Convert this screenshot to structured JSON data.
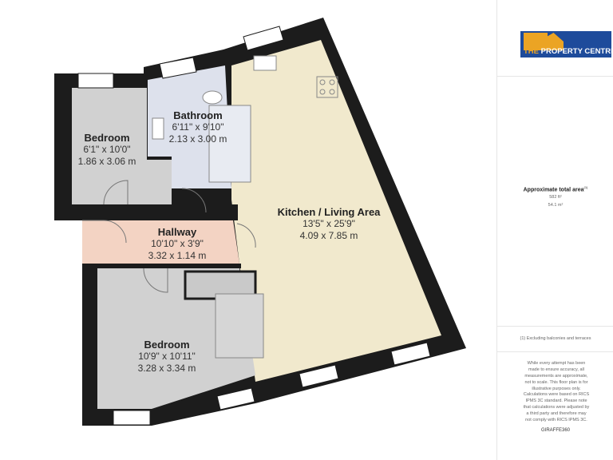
{
  "rooms": [
    {
      "name": "Bedroom",
      "imperial": "6'1\" x 10'0\"",
      "metric": "1.86 x 3.06 m"
    },
    {
      "name": "Bathroom",
      "imperial": "6'11\" x 9'10\"",
      "metric": "2.13 x 3.00 m"
    },
    {
      "name": "Hallway",
      "imperial": "10'10\" x 3'9\"",
      "metric": "3.32 x 1.14 m"
    },
    {
      "name": "Kitchen / Living Area",
      "imperial": "13'5\" x 25'9\"",
      "metric": "4.09 x 7.85 m"
    },
    {
      "name": "Bedroom",
      "imperial": "10'9\" x 10'11\"",
      "metric": "3.28 x 3.34 m"
    }
  ],
  "colors": {
    "wall": "#1c1c1c",
    "bedroom": "#d1d1d1",
    "bathroom": "#dde1ec",
    "hallway": "#f3d3c3",
    "kitchen": "#f1e9cd",
    "logo_bg": "#1e4b9b",
    "logo_accent": "#eba424"
  },
  "panel": {
    "logo_the": "THE",
    "logo_text": "PROPERTY CENTRE",
    "area_title": "Approximate total area",
    "area_note_mark": "(1)",
    "area_ft": "582 ft²",
    "area_m": "54.1 m²",
    "footnote": "(1) Excluding balconies and terraces",
    "disclaimer": "While every attempt has been made to ensure accuracy, all measurements are approximate, not to scale. This floor plan is for illustrative purposes only.",
    "calc_note": "Calculations were based on RICS IPMS 3C standard. Please note that calculations were adjusted by a third party and therefore may not comply with RICS IPMS 3C.",
    "brand": "GIRAFFE360"
  }
}
